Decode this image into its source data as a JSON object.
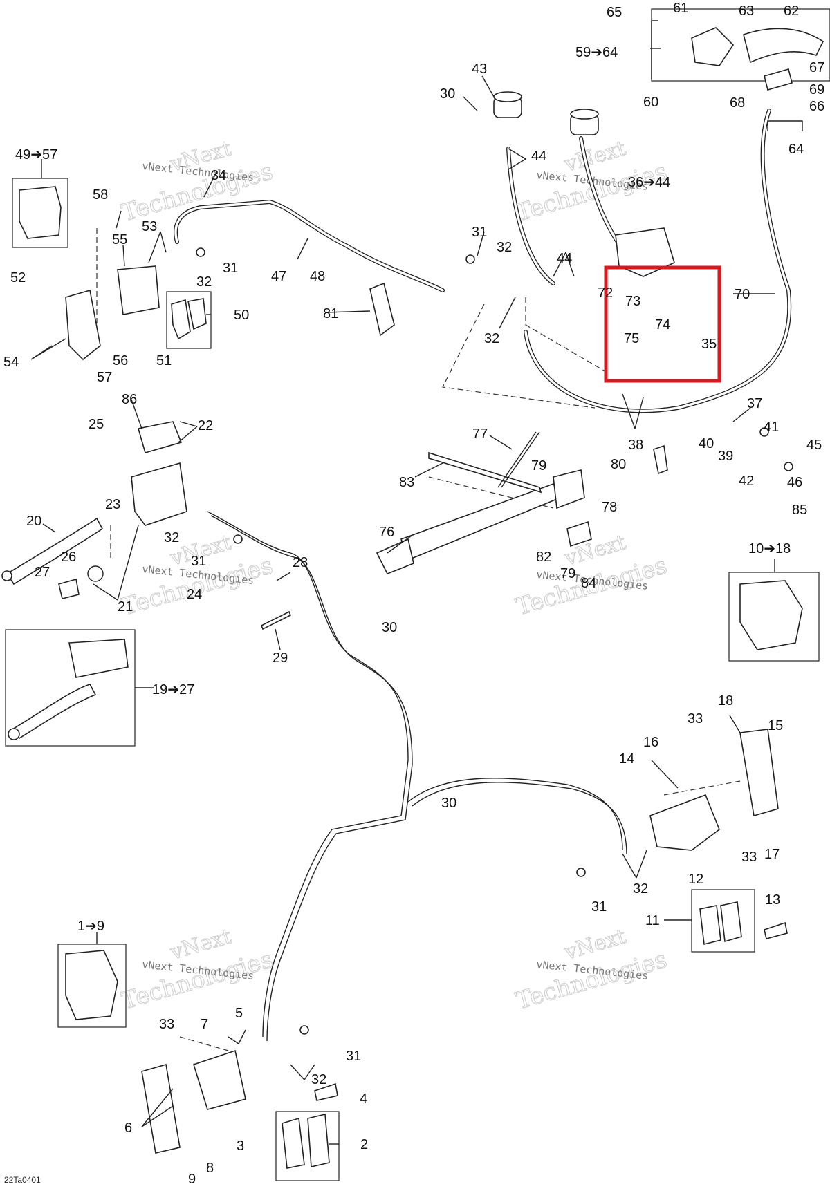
{
  "diagram_code": "22Ta0401",
  "highlight_color": "#d71920",
  "watermark": {
    "line1": "vNext",
    "line2": "Technologies",
    "small": "vNext Technologies"
  },
  "callouts": {
    "c65": "65",
    "c61": "61",
    "c63": "63",
    "c62": "62",
    "c59_64": "59➔64",
    "c67": "67",
    "c69": "69",
    "c68": "68",
    "c66": "66",
    "c64": "64",
    "c60": "60",
    "c43": "43",
    "c30a": "30",
    "c44a": "44",
    "c36_44": "36➔44",
    "c49_57": "49➔57",
    "c34": "34",
    "c58": "58",
    "c53": "53",
    "c55": "55",
    "c31a": "31",
    "c32a": "32",
    "c52": "52",
    "c47": "47",
    "c48": "48",
    "c31b": "31",
    "c32b": "32",
    "c44b": "44",
    "c70": "70",
    "c81": "81",
    "c50": "50",
    "c54": "54",
    "c56": "56",
    "c51": "51",
    "c57": "57",
    "c32c": "32",
    "c72": "72",
    "c73": "73",
    "c74": "74",
    "c75": "75",
    "c35": "35",
    "c86": "86",
    "c22": "22",
    "c25": "25",
    "c37": "37",
    "c41": "41",
    "c40": "40",
    "c45": "45",
    "c39": "39",
    "c77": "77",
    "c38": "38",
    "c83": "83",
    "c79a": "79",
    "c80": "80",
    "c42": "42",
    "c46": "46",
    "c85": "85",
    "c23": "23",
    "c20": "20",
    "c32d": "32",
    "c78": "78",
    "c76": "76",
    "c26": "26",
    "c27": "27",
    "c31c": "31",
    "c28": "28",
    "c82": "82",
    "c10_18": "10➔18",
    "c21": "21",
    "c24": "24",
    "c79b": "79",
    "c84": "84",
    "c30b": "30",
    "c29": "29",
    "c19_27": "19➔27",
    "c18": "18",
    "c33a": "33",
    "c15": "15",
    "c16": "16",
    "c14": "14",
    "c30c": "30",
    "c33b": "33",
    "c17": "17",
    "c12": "12",
    "c32e": "32",
    "c31d": "31",
    "c13": "13",
    "c11": "11",
    "c1_9": "1➔9",
    "c33c": "33",
    "c7": "7",
    "c5": "5",
    "c31e": "31",
    "c32f": "32",
    "c4": "4",
    "c6": "6",
    "c3": "3",
    "c2": "2",
    "c9": "9",
    "c8": "8"
  }
}
